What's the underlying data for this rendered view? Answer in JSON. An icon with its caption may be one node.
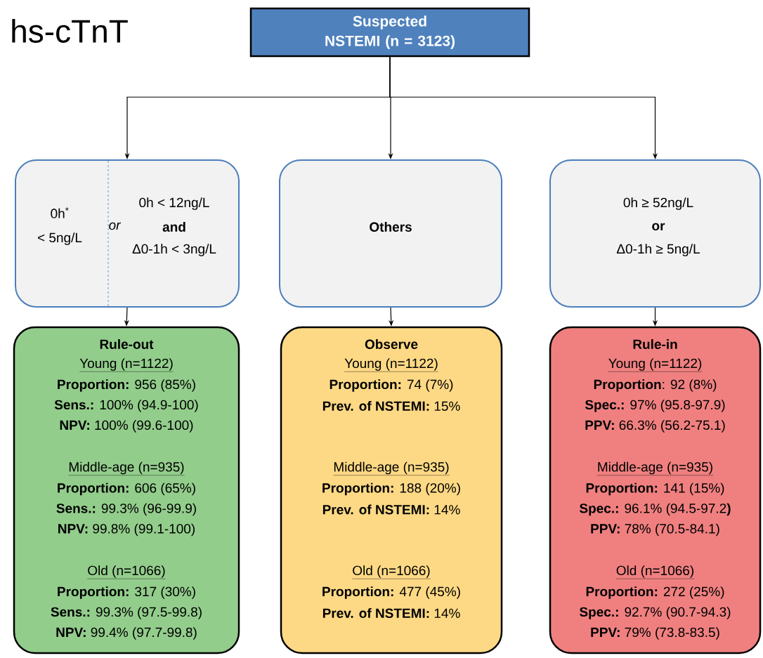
{
  "diagram": {
    "title": "hs-cTnT",
    "nodes": [
      {
        "text": [
          "Suspected NSTEMI (n = 3123)"
        ]
      },
      {
        "text": [
          "0h$^{*}$",
          "< 5ng/L",
          "or",
          "0h < 12ng/L",
          "and",
          "Δ0-1h < 3ng/L"
        ]
      },
      {
        "text": [
          "Others"
        ]
      },
      {
        "text": [
          "0h ≥ 52ng/L",
          "or",
          "Δ0-1h ≥ 5ng/L"
        ]
      },
      {
        "text": [
          "Rule-out",
          "Young (n=1122)",
          "**Proportion:** 956 (85%)",
          "**Sens.:** 100% (94.9-100)",
          "**NPV:** 100% (99.6-100)",
          "Middle-age (n=935)",
          "**Proportion:** 606 (65%)",
          "**Sens.:** 99.3% (96-99.9)",
          "**NPV:** 99.8% (99.1-100)",
          "Old (n=1066)",
          "**Proportion:** 317 (30%)",
          "**Sens.:** 99.3% (97.5-99.8)",
          "**NPV:** 99.4% (97.7-99.8)"
        ]
      },
      {
        "text": [
          "Observe",
          "Young (n=1122)",
          "**Proportion:** 74 (7%)",
          "**Prev. of NSTEMI:** 15%",
          "Middle-age (n=935)",
          "**Proportion:** 188 (20%)",
          "**Prev. of NSTEMI:** 14%",
          "Old (n=1066)",
          "**Proportion:** 477 (45%)",
          "**Prev. of NSTEMI:** 14%"
        ]
      },
      {
        "text": [
          "Rule-in",
          "Young (n=1122)",
          "**Proportion**: 92 (8%)",
          "**Spec.:** 97% (95.8-97.9)",
          "**PPV:** 66.3% (56.2-75.1)",
          "Middle-age (n=935)",
          "**Proportion:** 141 (15%)",
          "**Spec.:** 96.1% (94.5-97.2**)**",
          "**PPV:** 78% (70.5-84.1)",
          "Old (n=1066)",
          "**Proportion:** 272 (25%)",
          "**Spec.:** 92.7% (90.7-94.3)",
          "**PPV:** 79% (73.8-83.5)"
        ]
      }
    ],
    "edges": [
      {
        "from": 0,
        "to": 1,
        "arrow": "to"
      },
      {
        "from": 0,
        "to": 2,
        "arrow": "to"
      },
      {
        "from": 0,
        "to": 3,
        "arrow": "to"
      },
      {
        "from": 1,
        "to": 4,
        "arrow": "to"
      },
      {
        "from": 2,
        "to": 5,
        "arrow": "to"
      },
      {
        "from": 3,
        "to": 6,
        "arrow": "to"
      }
    ]
  }
}
